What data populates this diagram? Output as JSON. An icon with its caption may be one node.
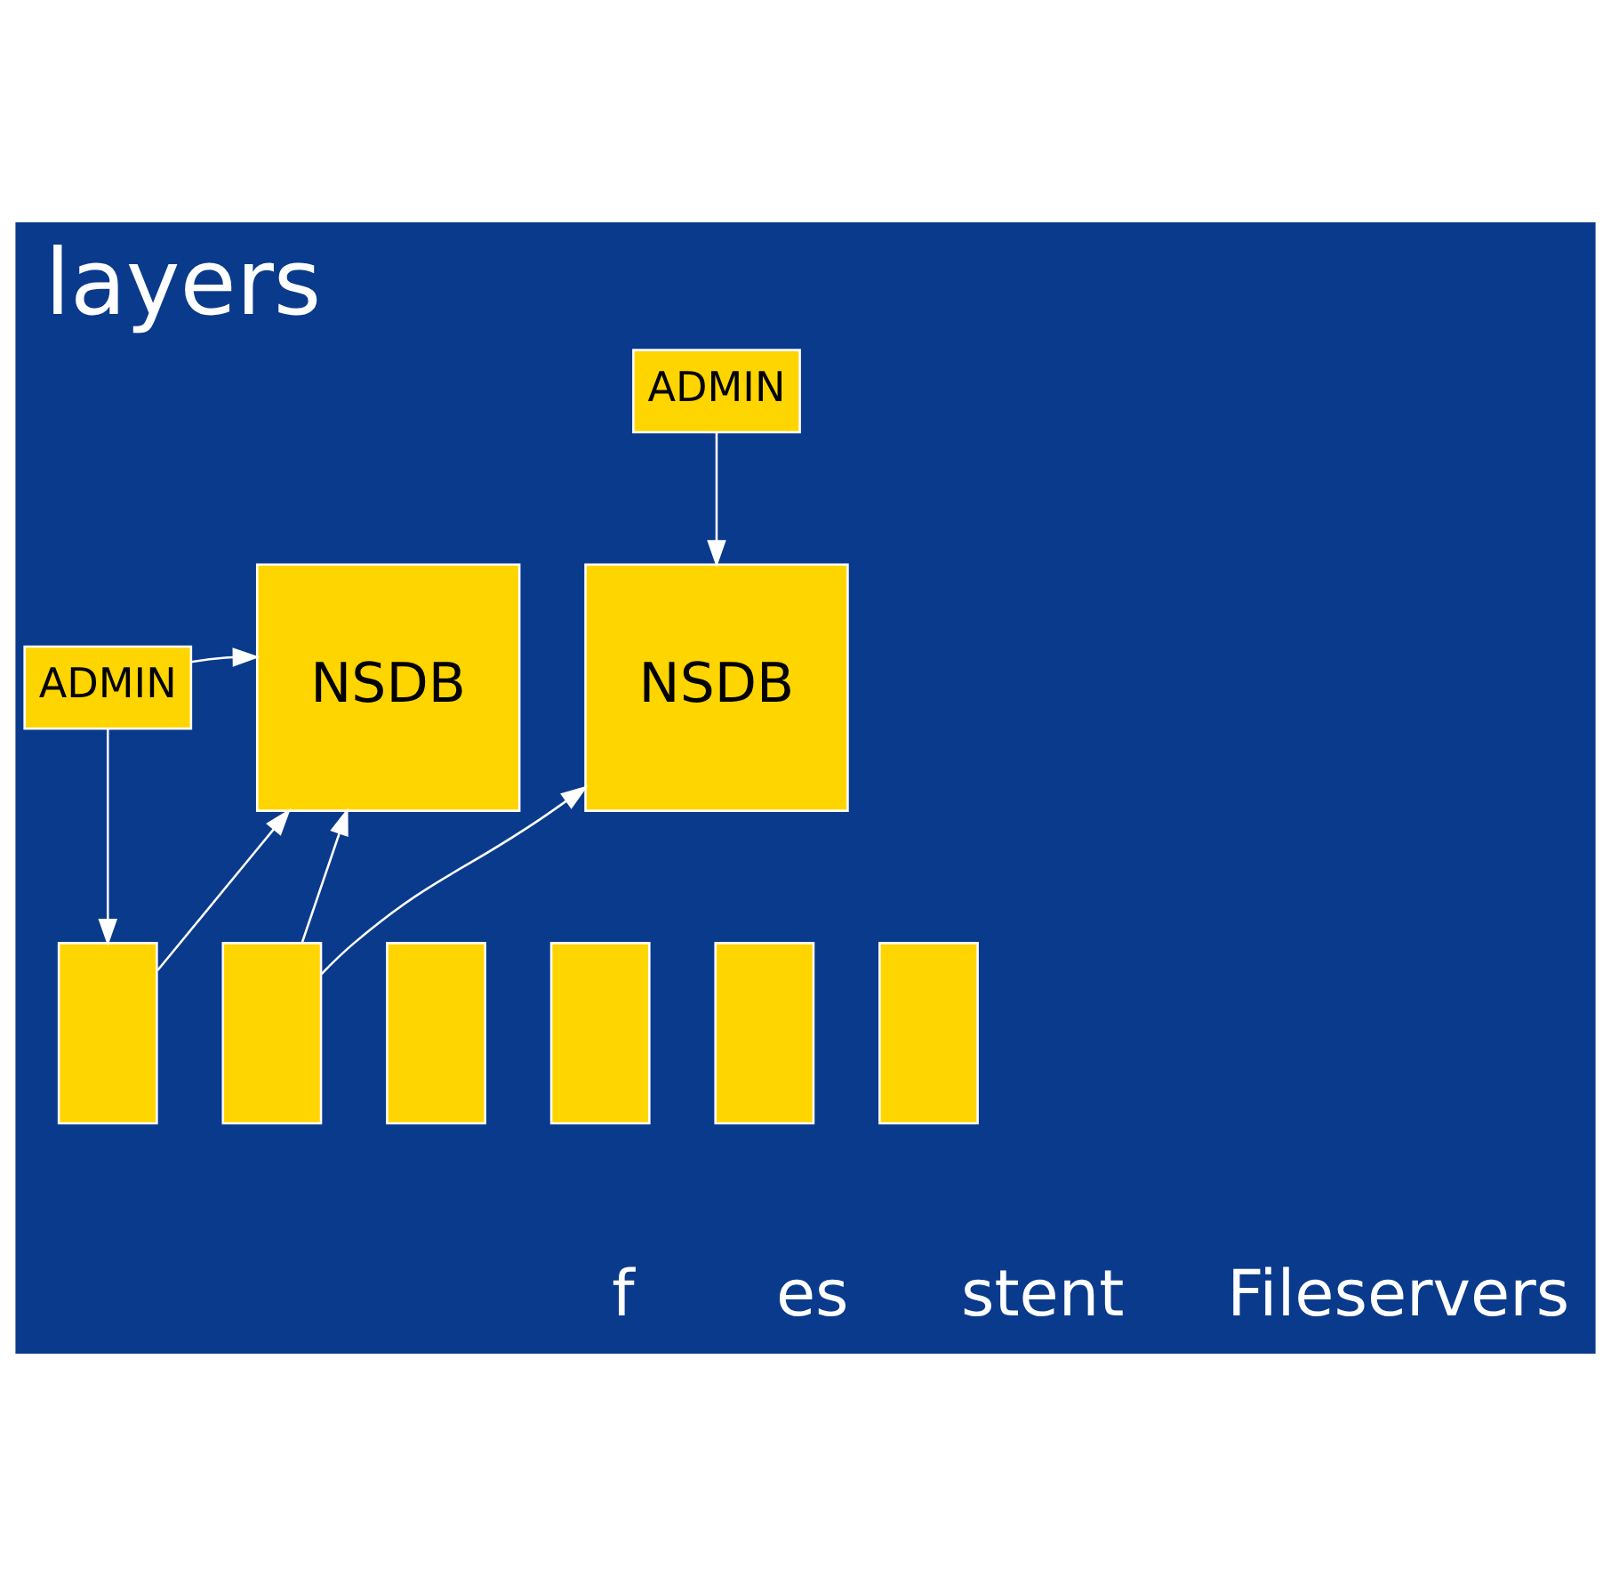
{
  "diagram": {
    "title": "layers",
    "nodes": [
      {
        "text": [
          "ADMIN"
        ]
      },
      {
        "text": [
          "ADMIN"
        ]
      },
      {
        "text": [
          "NSDB"
        ]
      },
      {
        "text": [
          "NSDB"
        ]
      },
      {
        "text": [],
        "shape": "box"
      },
      {
        "text": [],
        "shape": "box"
      },
      {
        "text": [],
        "shape": "box"
      },
      {
        "text": [],
        "shape": "box"
      },
      {
        "text": [],
        "shape": "box"
      },
      {
        "text": [],
        "shape": "box"
      }
    ],
    "edges": [
      {
        "from": 0,
        "to": 3,
        "arrow": "to"
      },
      {
        "from": 1,
        "to": 2,
        "arrow": "to"
      },
      {
        "from": 1,
        "to": 4,
        "arrow": "to"
      },
      {
        "from": 4,
        "to": 2,
        "arrow": "to"
      },
      {
        "from": 5,
        "to": 2,
        "arrow": "to"
      },
      {
        "from": 5,
        "to": 3,
        "arrow": "to"
      }
    ],
    "labels": [
      "f",
      "es",
      "stent",
      "Fileservers"
    ]
  }
}
